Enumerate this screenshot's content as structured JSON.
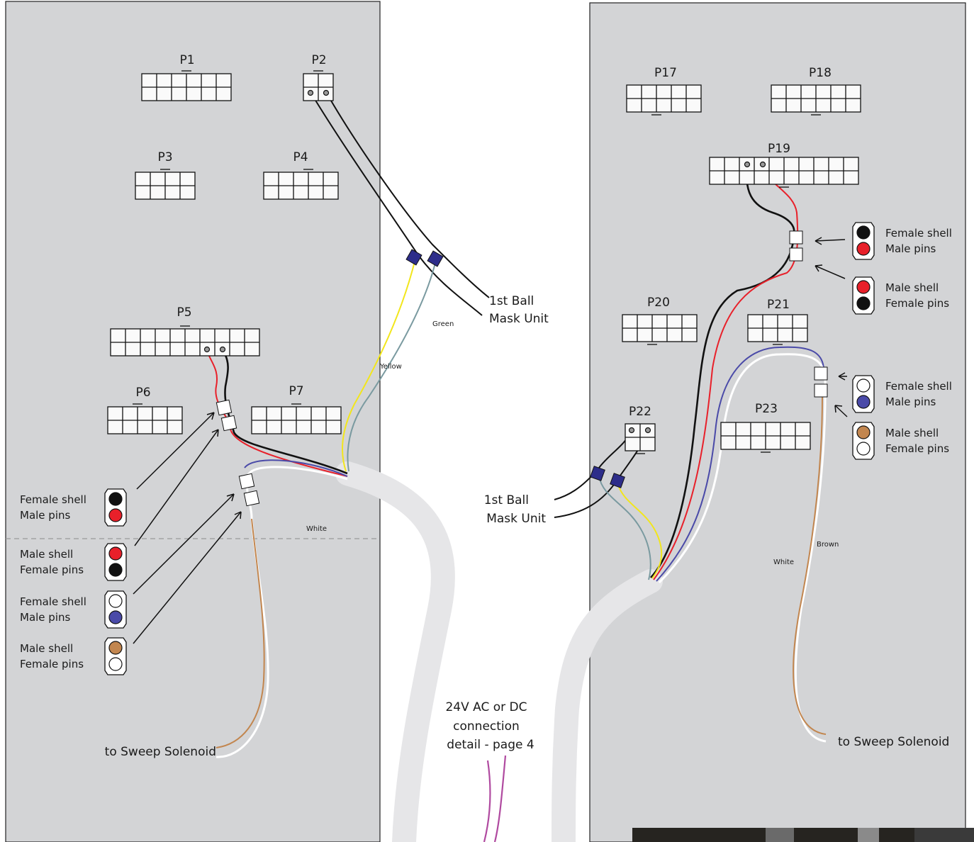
{
  "colors": {
    "panel": "#d3d4d6",
    "red": "#e8202a",
    "black": "#111111",
    "blue": "#4a4aa8",
    "white": "#ffffff",
    "brown": "#c2864f",
    "yellow": "#f2e61c",
    "green": "#7a9aa0",
    "magenta": "#b04aa0",
    "harness": "#e6e6e8",
    "plug": "#2d2d8a"
  },
  "connectors": {
    "p1": "P1",
    "p2": "P2",
    "p3": "P3",
    "p4": "P4",
    "p5": "P5",
    "p6": "P6",
    "p7": "P7",
    "p17": "P17",
    "p18": "P18",
    "p19": "P19",
    "p20": "P20",
    "p21": "P21",
    "p22": "P22",
    "p23": "P23"
  },
  "wire_labels": {
    "green": "Green",
    "yellow": "Yellow",
    "white_left": "White",
    "white_right": "White",
    "brown": "Brown"
  },
  "notes": {
    "mask_unit_right_1": "1st Ball",
    "mask_unit_right_2": "Mask Unit",
    "mask_unit_left_1": "1st Ball",
    "mask_unit_left_2": "Mask Unit",
    "power_1": "24V AC or DC",
    "power_2": "connection",
    "power_3": "detail - page 4",
    "sweep_left": "to Sweep Solenoid",
    "sweep_right": "to Sweep Solenoid"
  },
  "legend_left": [
    {
      "line1": "Female shell",
      "line2": "Male pins",
      "top": "black",
      "bottom": "red"
    },
    {
      "line1": "Male shell",
      "line2": "Female pins",
      "top": "red",
      "bottom": "black"
    },
    {
      "line1": "Female shell",
      "line2": "Male pins",
      "top": "white",
      "bottom": "blue"
    },
    {
      "line1": "Male shell",
      "line2": "Female pins",
      "top": "brown",
      "bottom": "white"
    }
  ],
  "legend_right": [
    {
      "line1": "Female shell",
      "line2": "Male pins",
      "top": "black",
      "bottom": "red"
    },
    {
      "line1": "Male shell",
      "line2": "Female pins",
      "top": "red",
      "bottom": "black"
    },
    {
      "line1": "Female shell",
      "line2": "Male pins",
      "top": "white",
      "bottom": "blue"
    },
    {
      "line1": "Male shell",
      "line2": "Female pins",
      "top": "brown",
      "bottom": "white"
    }
  ]
}
